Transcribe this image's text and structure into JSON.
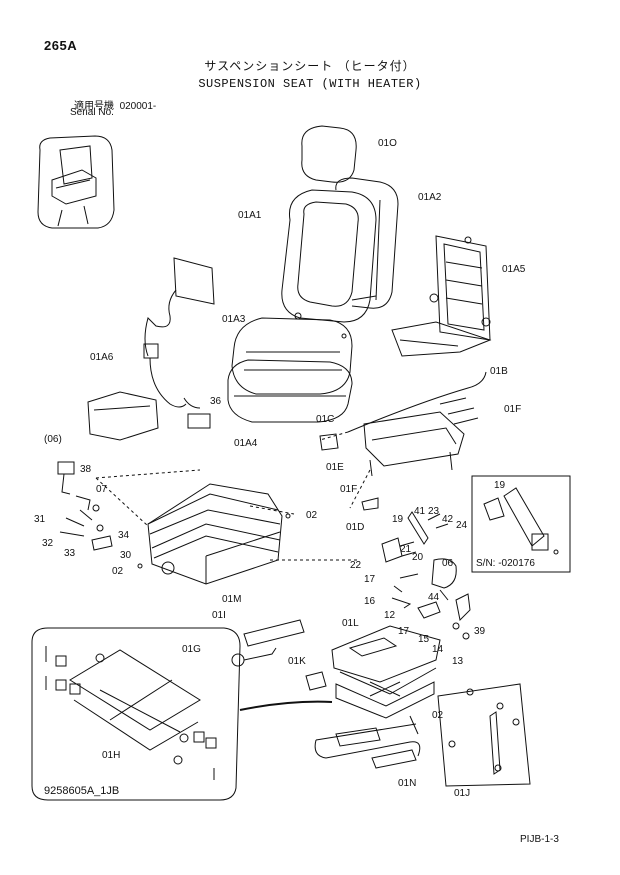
{
  "header": {
    "page_code": "265A",
    "title_jp": "サスペンションシート （ヒータ付）",
    "title_en": "SUSPENSION SEAT (WITH HEATER)",
    "serial_label_jp": "適用号機",
    "serial_value": "020001-",
    "serial_label_en": "Serial No."
  },
  "footer": {
    "drawing_number": "9258605A_1JB",
    "sheet_code": "PIJB-1-3"
  },
  "callouts": [
    "01O",
    "01A2",
    "01A1",
    "01A5",
    "01A3",
    "01A6",
    "36",
    "01A4",
    "01B",
    "01F",
    "01C",
    "01E",
    "(06)",
    "38",
    "07",
    "01F",
    "01D",
    "02",
    "31",
    "34",
    "32",
    "33",
    "30",
    "02",
    "41",
    "23",
    "42",
    "24",
    "19",
    "22",
    "21",
    "20",
    "06",
    "17",
    "44",
    "16",
    "12",
    "01M",
    "01I",
    "01L",
    "17",
    "15",
    "39",
    "14",
    "13",
    "01G",
    "01K",
    "02",
    "01N",
    "01J",
    "01H",
    "19"
  ],
  "inset": {
    "serial_note": "S/N: -020176"
  }
}
